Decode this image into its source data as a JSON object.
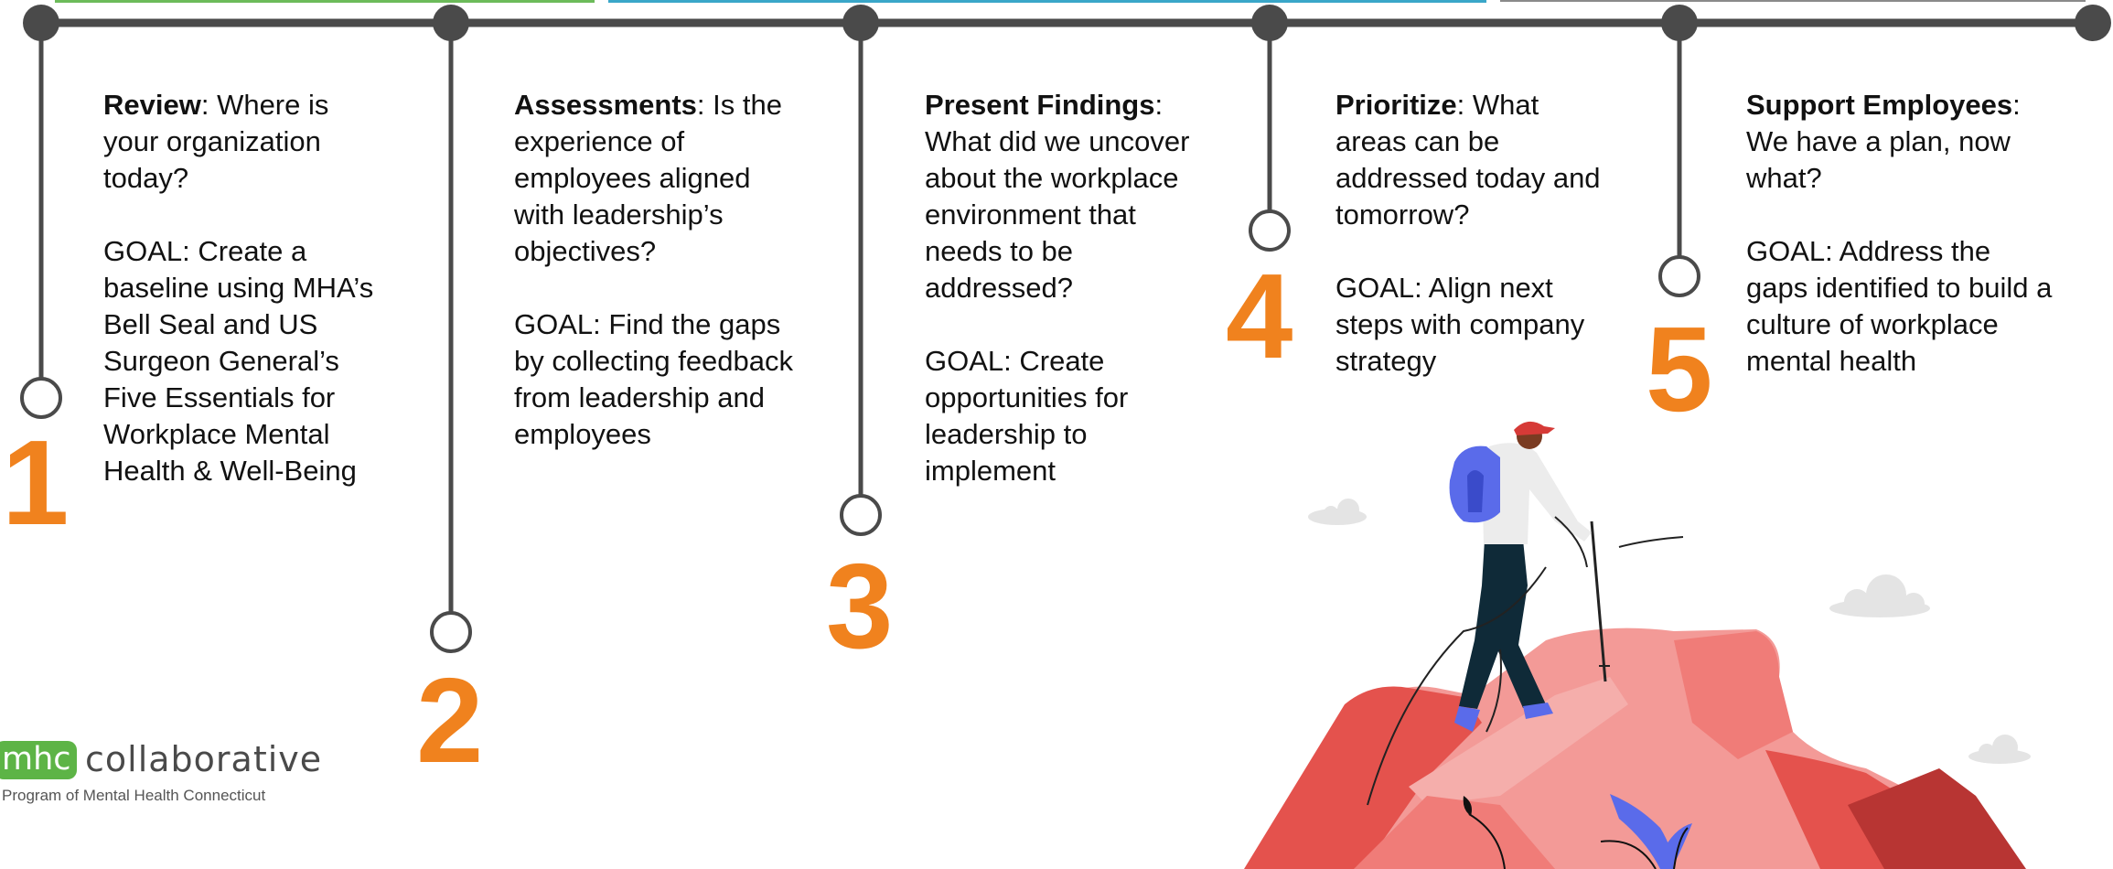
{
  "steps": [
    {
      "number": "1",
      "title": "Review",
      "question": ": Where is your organization today?",
      "goal": "GOAL: Create a baseline using MHA’s Bell Seal and US Surgeon General’s Five Essentials for Workplace Mental Health & Well-Being"
    },
    {
      "number": "2",
      "title": "Assessments",
      "question": ": Is the experience of employees aligned with leadership’s objectives?",
      "goal": "GOAL: Find the gaps by collecting feedback from leadership and employees"
    },
    {
      "number": "3",
      "title": "Present Findings",
      "question": ": What did we uncover about the workplace environment that needs to be addressed?",
      "goal": "GOAL: Create opportunities for leadership to implement"
    },
    {
      "number": "4",
      "title": "Prioritize",
      "question": ": What areas can be addressed today and tomorrow?",
      "goal": "GOAL: Align next steps with company strategy"
    },
    {
      "number": "5",
      "title": "Support Employees",
      "question": ": We have a plan, now what?",
      "goal": "GOAL: Address the gaps identified to build a culture of workplace mental health"
    }
  ],
  "logo": {
    "mhc": "mhc",
    "collaborative": "collaborative",
    "tagline": "Program of Mental Health Connecticut"
  },
  "colors": {
    "timeline": "#4A4A4A",
    "number": "#F0821E",
    "logo_green": "#5DB446",
    "accent_green": "#6CBB5A",
    "accent_teal": "#3AA7C9"
  }
}
